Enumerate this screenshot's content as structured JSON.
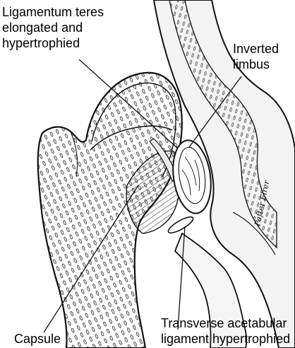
{
  "labels": {
    "ligamentum": [
      "Ligamentum teres",
      "elongated and",
      "hypertrophied"
    ],
    "limbus": [
      "Inverted",
      "limbus"
    ],
    "capsule": [
      "Capsule"
    ],
    "transverse": [
      "Transverse acetabular",
      "ligament hypertrophied"
    ]
  },
  "signature": "Pafter Firer",
  "colors": {
    "ink": "#111111",
    "bone_fill": "#f3f3f3",
    "background": "#ffffff"
  }
}
